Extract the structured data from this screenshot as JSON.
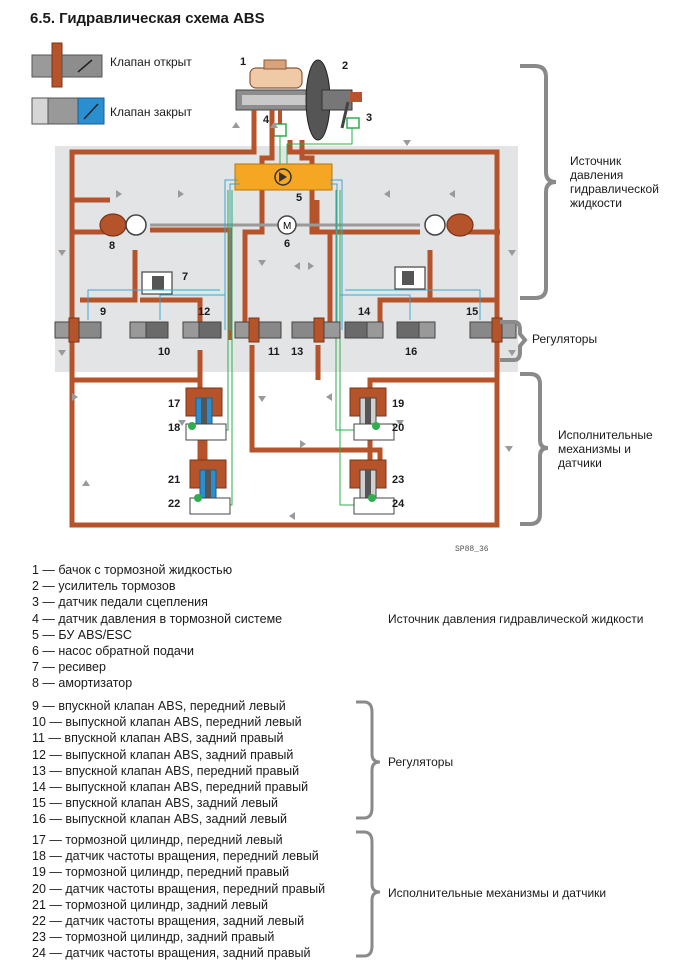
{
  "title": "6.5. Гидравлическая схема ABS",
  "key": {
    "valve_open": "Клапан открыт",
    "valve_closed": "Клапан закрыт"
  },
  "groups": {
    "source_diagram": "Источник давления гидравлической жидкости",
    "regulators_diagram": "Регуляторы",
    "actuators_diagram": "Исполнительные механизмы и датчики",
    "source_list": "Источник давления гидравлической жидкости",
    "regulators_list": "Регуляторы",
    "actuators_list": "Исполнительные механизмы и датчики"
  },
  "figure_code": "SP88_36",
  "numbers": [
    "1",
    "2",
    "3",
    "4",
    "5",
    "6",
    "7",
    "8",
    "9",
    "10",
    "11",
    "12",
    "13",
    "14",
    "15",
    "16",
    "17",
    "18",
    "19",
    "20",
    "21",
    "22",
    "23",
    "24"
  ],
  "legend_source": [
    "1 — бачок с тормозной жидкостью",
    "2 — усилитель тормозов",
    "3 — датчик педали сцепления",
    "4 — датчик давления в тормозной системе",
    "5 — БУ ABS/ESC",
    "6 — насос обратной подачи",
    "7 — ресивер",
    "8 — амортизатор"
  ],
  "legend_regulators": [
    "9 — впускной клапан ABS, передний левый",
    "10 — выпускной клапан ABS, передний левый",
    "11 — впускной клапан ABS, задний правый",
    "12 — выпускной клапан ABS, задний правый",
    "13 — впускной клапан ABS, передний правый",
    "14 — выпускной клапан ABS, передний правый",
    "15 — впускной клапан ABS, задний левый",
    "16 — выпускной клапан ABS, задний левый"
  ],
  "legend_actuators": [
    "17 — тормозной цилиндр, передний левый",
    "18 — датчик частоты вращения, передний левый",
    "19 — тормозной цилиндр, передний правый",
    "20 — датчик частоты вращения, передний правый",
    "21 — тормозной цилиндр, задний левый",
    "22 — датчик частоты вращения, задний левый",
    "23 — тормозной цилиндр, задний правый",
    "24 — датчик частоты вращения, задний правый"
  ],
  "colors": {
    "pipe": "#b5532a",
    "pipe_dark": "#7a3418",
    "panel": "#e3e4e6",
    "signal_blue": "#3aa7d6",
    "signal_green": "#2fae4e",
    "ecu": "#f5a623",
    "valve_closed": "#2a8fd0",
    "bracket": "#8a8a8a"
  }
}
